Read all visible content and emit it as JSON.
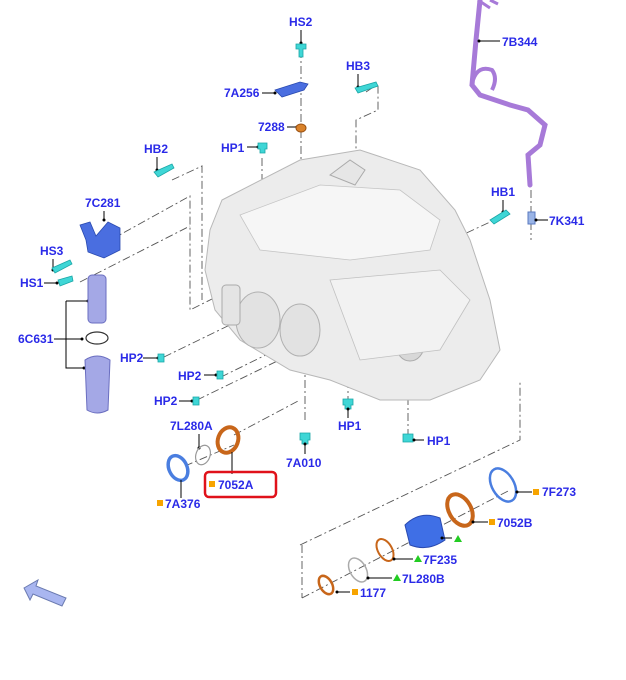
{
  "diagram": {
    "title": "Transmission exploded parts diagram",
    "colors": {
      "label_text": "#2a2ae8",
      "highlight_box": "#e0121a",
      "square_marker": "#f7a400",
      "triangle_marker": "#22cc22",
      "fastener": "#3fd6d6",
      "seal_orange": "#c8661a",
      "seal_blue": "#4a7ee0",
      "tube_purple": "#a77ad8"
    },
    "labels": {
      "hs2": "HS2",
      "a7a256": "7A256",
      "p7288": "7288",
      "hb3": "HB3",
      "p7b344": "7B344",
      "hb2": "HB2",
      "hp1_top": "HP1",
      "hb1": "HB1",
      "p7k341": "7K341",
      "p7c281": "7C281",
      "hs3": "HS3",
      "hs1": "HS1",
      "p6c631": "6C631",
      "hp2_a": "HP2",
      "hp2_b": "HP2",
      "hp2_c": "HP2",
      "hp1_mid": "HP1",
      "hp1_right": "HP1",
      "p7a010": "7A010",
      "p7l280a": "7L280A",
      "p7052a": "7052A",
      "p7a376": "7A376",
      "p7f273": "7F273",
      "p7052b": "7052B",
      "p7f235": "7F235",
      "p7l280b": "7L280B",
      "p1177": "1177"
    },
    "highlighted_part": "7052A",
    "markers": {
      "square_parts": [
        "7052A",
        "7A376",
        "7F273",
        "7052B",
        "1177"
      ],
      "triangle_parts": [
        "7F235",
        "7L280B",
        "unlabeled-piston"
      ]
    },
    "nav_icon": "arrow-up-left-icon"
  }
}
